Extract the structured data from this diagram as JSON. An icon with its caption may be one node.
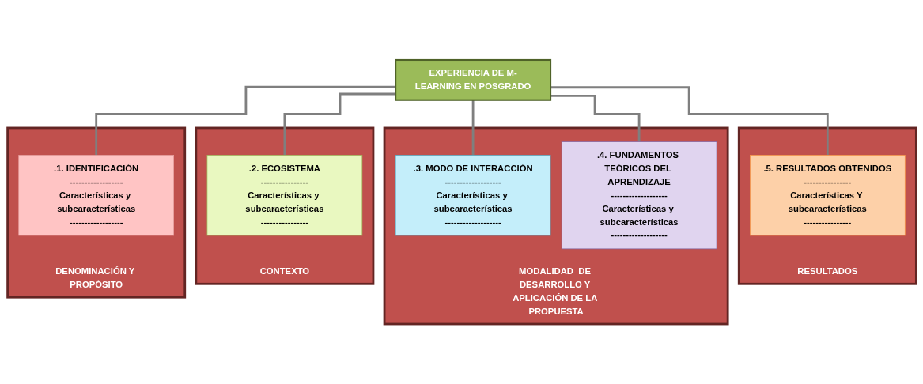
{
  "diagram": {
    "nodes": [
      {
        "text": [
          "EXPERIENCIA DE M-LEARNING EN POSGRADO"
        ]
      },
      {
        "text": [
          "DENOMINACIÓN Y PROPÓSITO"
        ]
      },
      {
        "text": [
          ".1. IDENTIFICACIÓN",
          "------------------",
          "Características y subcaracterísticas",
          "------------------"
        ],
        "in": 1
      },
      {
        "text": [
          "CONTEXTO"
        ]
      },
      {
        "text": [
          ".2. ECOSISTEMA",
          "----------------",
          "Características y subcaracterísticas",
          "----------------"
        ],
        "in": 3
      },
      {
        "text": [
          "MODALIDAD  DE DESARROLLO Y APLICACIÓN DE LA PROPUESTA"
        ]
      },
      {
        "text": [
          ".3. MODO DE INTERACCIÓN",
          "-------------------",
          "Características y subcaracterísticas",
          "-------------------"
        ],
        "in": 5
      },
      {
        "text": [
          ".4. FUNDAMENTOS TEÓRICOS DEL APRENDIZAJE",
          "-------------------",
          "Características y subcaracterísticas",
          "-------------------"
        ],
        "in": 5
      },
      {
        "text": [
          "RESULTADOS"
        ]
      },
      {
        "text": [
          ".5. RESULTADOS OBTENIDOS",
          "----------------",
          "Características Y subcaracterísticas",
          "----------------"
        ],
        "in": 8
      }
    ],
    "edges": [
      {
        "from": 0,
        "to": 2,
        "arrow": "none"
      },
      {
        "from": 0,
        "to": 4,
        "arrow": "none"
      },
      {
        "from": 0,
        "to": 6,
        "arrow": "none"
      },
      {
        "from": 0,
        "to": 7,
        "arrow": "none"
      },
      {
        "from": 0,
        "to": 9,
        "arrow": "none"
      }
    ]
  }
}
